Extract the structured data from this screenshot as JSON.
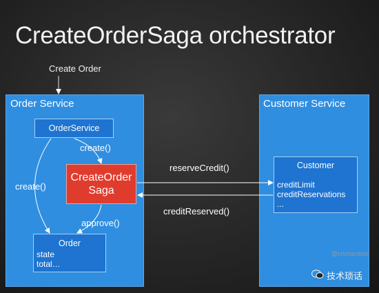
{
  "title": "CreateOrderSaga orchestrator",
  "entry_label": "Create Order",
  "order_service": {
    "title": "Order Service",
    "orderservice_box": "OrderService",
    "saga_line1": "CreateOrder",
    "saga_line2": "Saga",
    "order_box": {
      "title": "Order",
      "fields": [
        "state",
        "total…"
      ]
    },
    "create_left": "create()",
    "create_top": "create()",
    "approve": "approve()"
  },
  "customer_service": {
    "title": "Customer Service",
    "customer_box": {
      "title": "Customer",
      "fields": [
        "creditLimit",
        "creditReservations",
        "..."
      ]
    }
  },
  "messages": {
    "reserve": "reserveCredit()",
    "reserved": "creditReserved()"
  },
  "watermark": {
    "handle": "@crichardson",
    "brand": "技术琐话"
  },
  "colors": {
    "service_bg": "#2f8ee0",
    "box_bg": "#1e74d0",
    "saga_bg": "#e03c2e"
  }
}
